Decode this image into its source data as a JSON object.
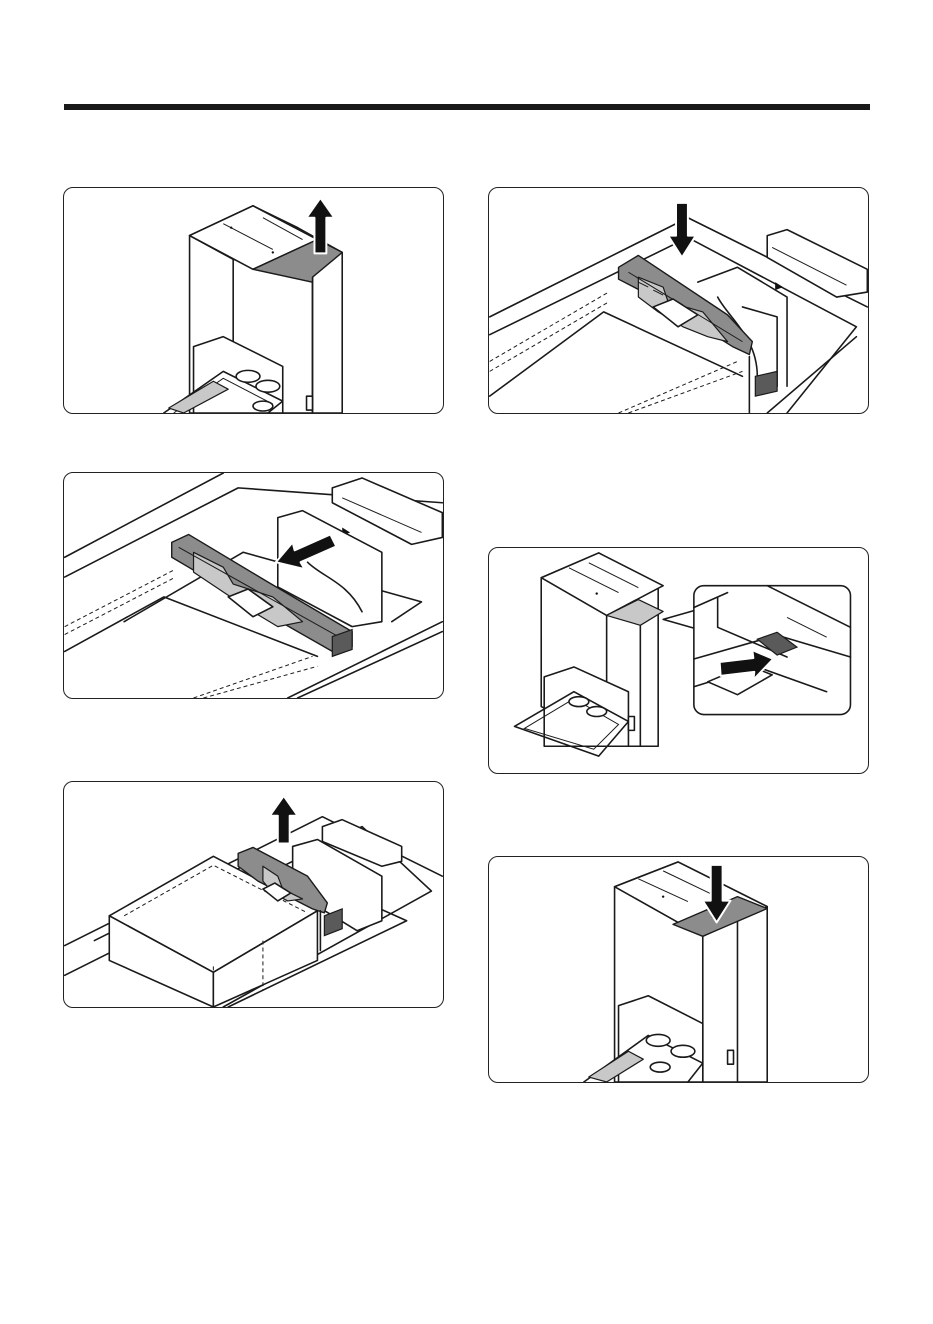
{
  "figures": [
    {
      "id": "step-1",
      "icon": "arrow-up-icon"
    },
    {
      "id": "step-2",
      "icon": "arrow-down-icon"
    },
    {
      "id": "step-3",
      "icon": "arrow-left-icon"
    },
    {
      "id": "step-4",
      "icon": "arrow-right-icon"
    },
    {
      "id": "step-5",
      "icon": "arrow-up-icon"
    },
    {
      "id": "step-6",
      "icon": "arrow-down-icon"
    }
  ],
  "colors": {
    "outline": "#1a1a1a",
    "highlight_gray": "#8c8c8c",
    "light_gray": "#c8c8c8",
    "background": "#ffffff"
  }
}
